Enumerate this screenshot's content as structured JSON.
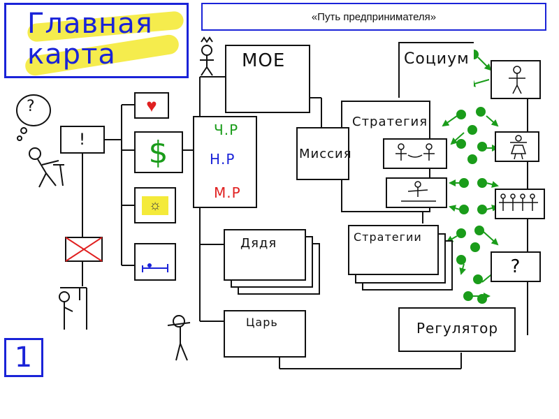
{
  "slide_title": "«Путь предпринимателя»",
  "main_map": {
    "line1": "Главная",
    "line2": "карта"
  },
  "slide_number": "1",
  "boxes": {
    "moe": "МОЕ",
    "socium": "Социум",
    "strategy": "Стратегия",
    "mission": "Миссия",
    "strategies": "Стратегии",
    "dyadya": "Дядя",
    "tsar": "Царь",
    "regulator": "Регулятор"
  },
  "resources": [
    {
      "label": "Ч.Р",
      "color": "#1a9c1a"
    },
    {
      "label": "Н.Р",
      "color": "#1a23d8"
    },
    {
      "label": "М.Р",
      "color": "#e02020"
    }
  ],
  "symbols": {
    "exclaim": "!",
    "question_bubble": "?",
    "question_right": "?",
    "dollar": "$"
  },
  "colors": {
    "blue": "#1a23d8",
    "green": "#1a9c1a",
    "red": "#e02020",
    "yellow": "#f4ea3a"
  }
}
